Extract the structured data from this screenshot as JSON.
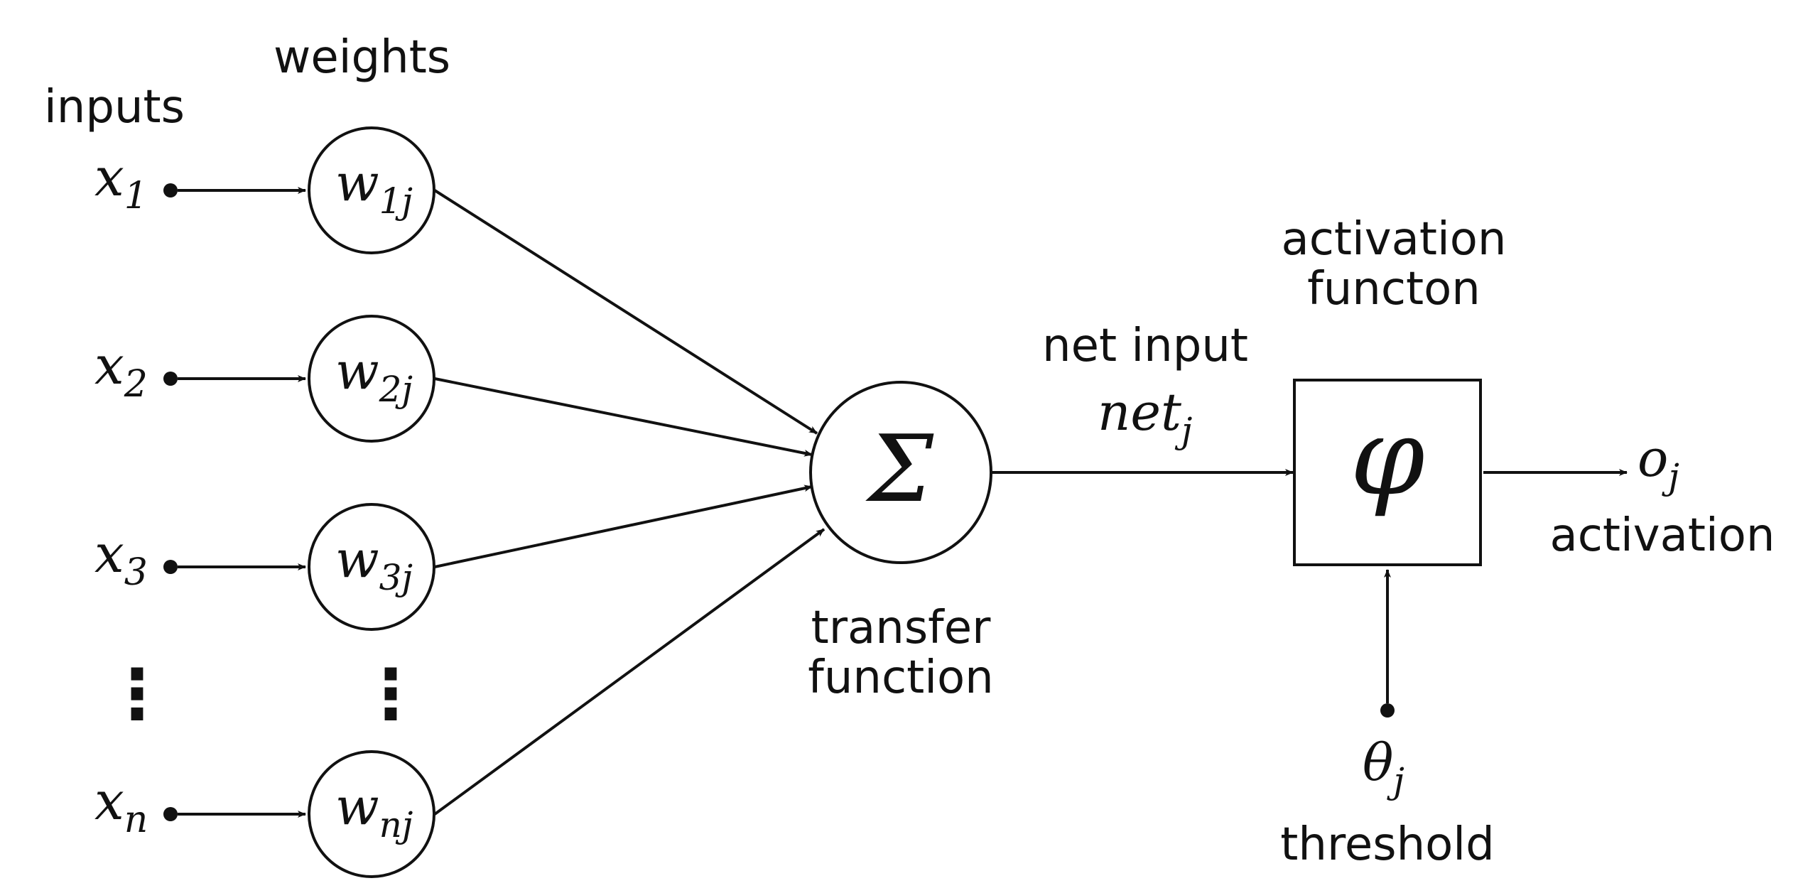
{
  "labels": {
    "inputs": "inputs",
    "weights": "weights",
    "transfer_line1": "transfer",
    "transfer_line2": "function",
    "net_input": "net input",
    "activation_fn_line1": "activation",
    "activation_fn_line2": "functon",
    "activation": "activation",
    "threshold": "threshold"
  },
  "inputs": [
    {
      "base": "x",
      "sub": "1"
    },
    {
      "base": "x",
      "sub": "2"
    },
    {
      "base": "x",
      "sub": "3"
    },
    {
      "base": "x",
      "sub": "n"
    }
  ],
  "weights": [
    {
      "base": "w",
      "sub": "1j"
    },
    {
      "base": "w",
      "sub": "2j"
    },
    {
      "base": "w",
      "sub": "3j"
    },
    {
      "base": "w",
      "sub": "nj"
    }
  ],
  "symbols": {
    "sum": "Σ",
    "phi": "φ",
    "net_base": "net",
    "net_sub": "j",
    "out_base": "o",
    "out_sub": "j",
    "theta_base": "θ",
    "theta_sub": "j",
    "ellipsis": "⋮"
  }
}
